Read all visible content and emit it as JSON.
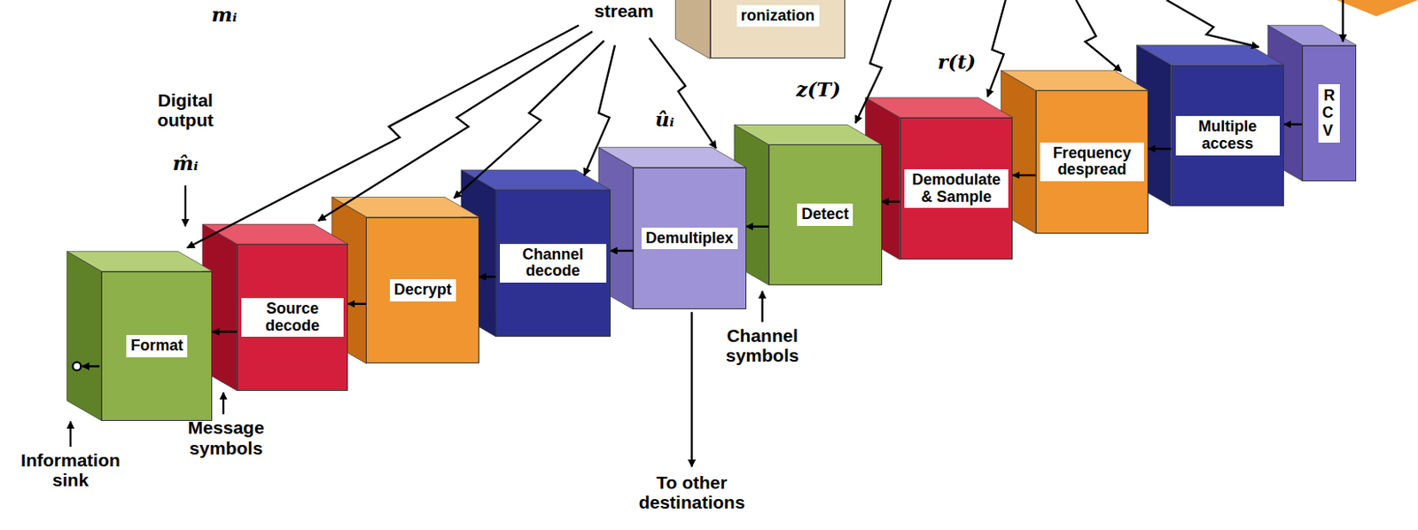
{
  "diagram": {
    "nodes": [
      {
        "text": [
          "ronization"
        ]
      },
      {
        "text": [
          "Format"
        ]
      },
      {
        "text": [
          "Source decode"
        ]
      },
      {
        "text": [
          "Decrypt"
        ]
      },
      {
        "text": [
          "Channel decode"
        ]
      },
      {
        "text": [
          "Demultiplex"
        ]
      },
      {
        "text": [
          "Detect"
        ]
      },
      {
        "text": [
          "Demodulate & Sample"
        ]
      },
      {
        "text": [
          "Frequency despread"
        ]
      },
      {
        "text": [
          "Multiple access"
        ]
      },
      {
        "text": [
          "RCV"
        ]
      }
    ],
    "edges": [
      {
        "from": 10,
        "to": 9,
        "arrow": "to"
      },
      {
        "from": 9,
        "to": 8,
        "arrow": "to"
      },
      {
        "from": 8,
        "to": 7,
        "arrow": "to"
      },
      {
        "from": 7,
        "to": 6,
        "arrow": "to"
      },
      {
        "from": 6,
        "to": 5,
        "arrow": "to"
      },
      {
        "from": 5,
        "to": 4,
        "arrow": "to"
      },
      {
        "from": 4,
        "to": 3,
        "arrow": "to"
      },
      {
        "from": 3,
        "to": 2,
        "arrow": "to"
      },
      {
        "from": 2,
        "to": 1,
        "arrow": "to"
      }
    ],
    "labels": [
      "stream",
      "mᵢ",
      "Digital output",
      "m̂ᵢ",
      "ûᵢ",
      "z(T)",
      "r(t)",
      "Channel symbols",
      "Message symbols",
      "Information sink",
      "To other destinations"
    ]
  }
}
